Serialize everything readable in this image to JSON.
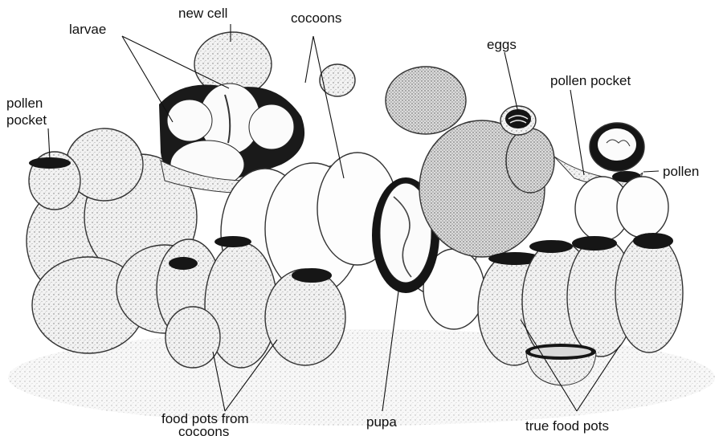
{
  "labels": {
    "new_cell": "new cell",
    "larvae": "larvae",
    "cocoons": "cocoons",
    "eggs": "eggs",
    "pollen_pocket_right": "pollen pocket",
    "pollen_pocket_left_line1": "pollen",
    "pollen_pocket_left_line2": "pocket",
    "pollen": "pollen",
    "food_pots_line1": "food pots from",
    "food_pots_line2": "cocoons",
    "pupa": "pupa",
    "true_food_pots": "true food pots"
  }
}
